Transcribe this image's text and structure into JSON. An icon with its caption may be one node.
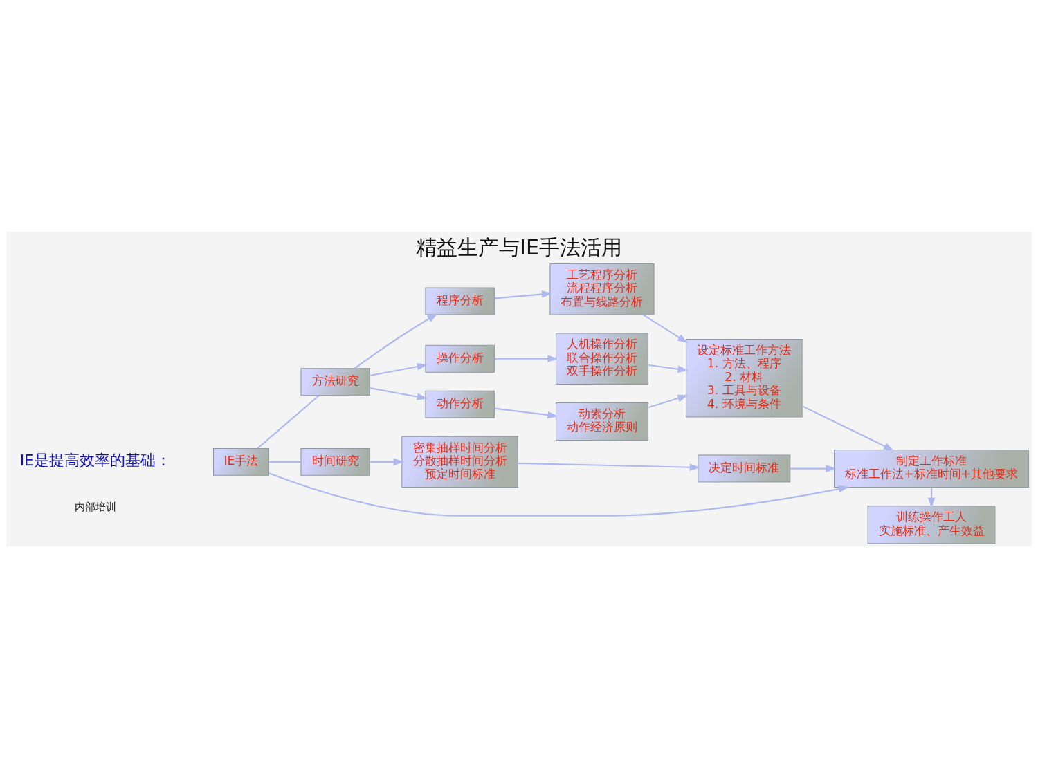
{
  "diagram": {
    "title": "精益生产与IE手法活用",
    "nodes": [
      {
        "text": [
          "IE手法"
        ]
      },
      {
        "text": [
          "方法研究"
        ]
      },
      {
        "text": [
          "时间研究"
        ]
      },
      {
        "text": [
          "程序分析"
        ]
      },
      {
        "text": [
          "操作分析"
        ]
      },
      {
        "text": [
          "动作分析"
        ]
      },
      {
        "text": [
          "工艺程序分析",
          "流程程序分析",
          "布置与线路分析"
        ]
      },
      {
        "text": [
          "人机操作分析",
          "联合操作分析",
          "双手操作分析"
        ]
      },
      {
        "text": [
          "动素分析",
          "动作经济原则"
        ]
      },
      {
        "text": [
          "设定标准工作方法",
          "1. 方法、程序",
          "2. 材料",
          "3. 工具与设备",
          "4. 环境与条件"
        ]
      },
      {
        "text": [
          "密集抽样时间分析",
          "分散抽样时间分析",
          "预定时间标准"
        ]
      },
      {
        "text": [
          "决定时间标准"
        ]
      },
      {
        "text": [
          "制定工作标准",
          "标准工作法+标准时间+其他要求"
        ]
      },
      {
        "text": [
          "训练操作工人",
          "实施标准、产生效益"
        ]
      }
    ],
    "edges": [
      {
        "from": 0,
        "to": 1,
        "arrow": "none"
      },
      {
        "from": 0,
        "to": 2,
        "arrow": "none"
      },
      {
        "from": 1,
        "to": 3,
        "arrow": "to"
      },
      {
        "from": 1,
        "to": 4,
        "arrow": "to"
      },
      {
        "from": 1,
        "to": 5,
        "arrow": "to"
      },
      {
        "from": 3,
        "to": 6,
        "arrow": "to"
      },
      {
        "from": 4,
        "to": 7,
        "arrow": "to"
      },
      {
        "from": 5,
        "to": 8,
        "arrow": "to"
      },
      {
        "from": 6,
        "to": 9,
        "arrow": "to"
      },
      {
        "from": 7,
        "to": 9,
        "arrow": "to"
      },
      {
        "from": 8,
        "to": 9,
        "arrow": "to"
      },
      {
        "from": 2,
        "to": 10,
        "arrow": "to"
      },
      {
        "from": 10,
        "to": 11,
        "arrow": "to"
      },
      {
        "from": 9,
        "to": 12,
        "arrow": "to"
      },
      {
        "from": 11,
        "to": 12,
        "arrow": "to"
      },
      {
        "from": 0,
        "to": 12,
        "arrow": "to"
      },
      {
        "from": 12,
        "to": 13,
        "arrow": "to"
      }
    ],
    "labels": [
      "内部培训",
      "IE是提高效率的基础："
    ]
  }
}
